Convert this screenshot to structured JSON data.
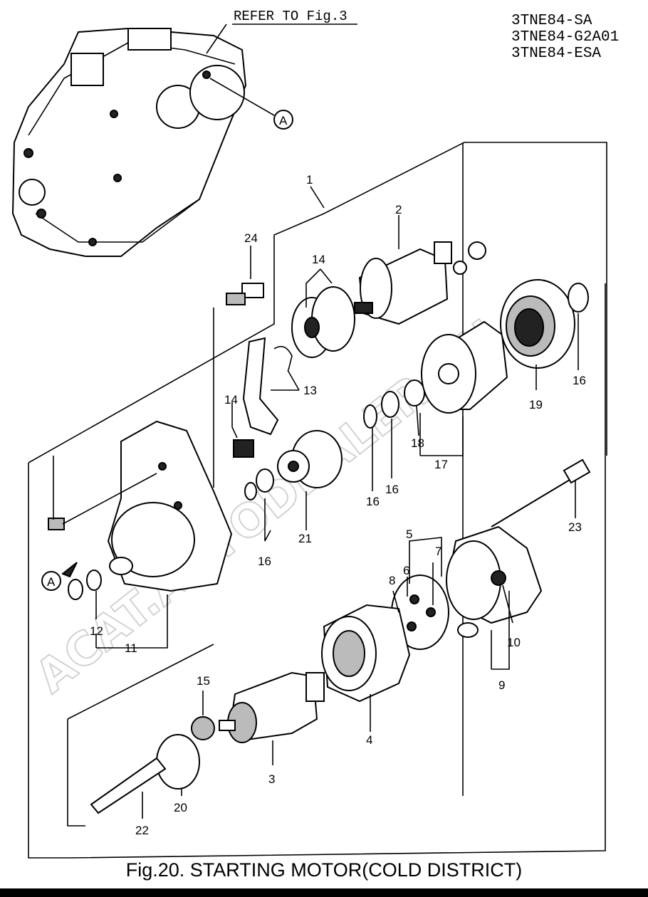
{
  "refer": "REFER TO Fig.3",
  "models": [
    "3TNE84-SA",
    "3TNE84-G2A01",
    "3TNE84-ESA"
  ],
  "ref_marker": "A",
  "watermark": "ACAT.AUTODEALER.RU",
  "callouts": [
    "1",
    "2",
    "3",
    "4",
    "5",
    "6",
    "7",
    "8",
    "9",
    "10",
    "11",
    "12",
    "13",
    "14",
    "14",
    "15",
    "16",
    "16",
    "16",
    "16",
    "17",
    "18",
    "19",
    "20",
    "21",
    "22",
    "23",
    "24"
  ],
  "caption": "Fig.20.  STARTING MOTOR(COLD DISTRICT)"
}
